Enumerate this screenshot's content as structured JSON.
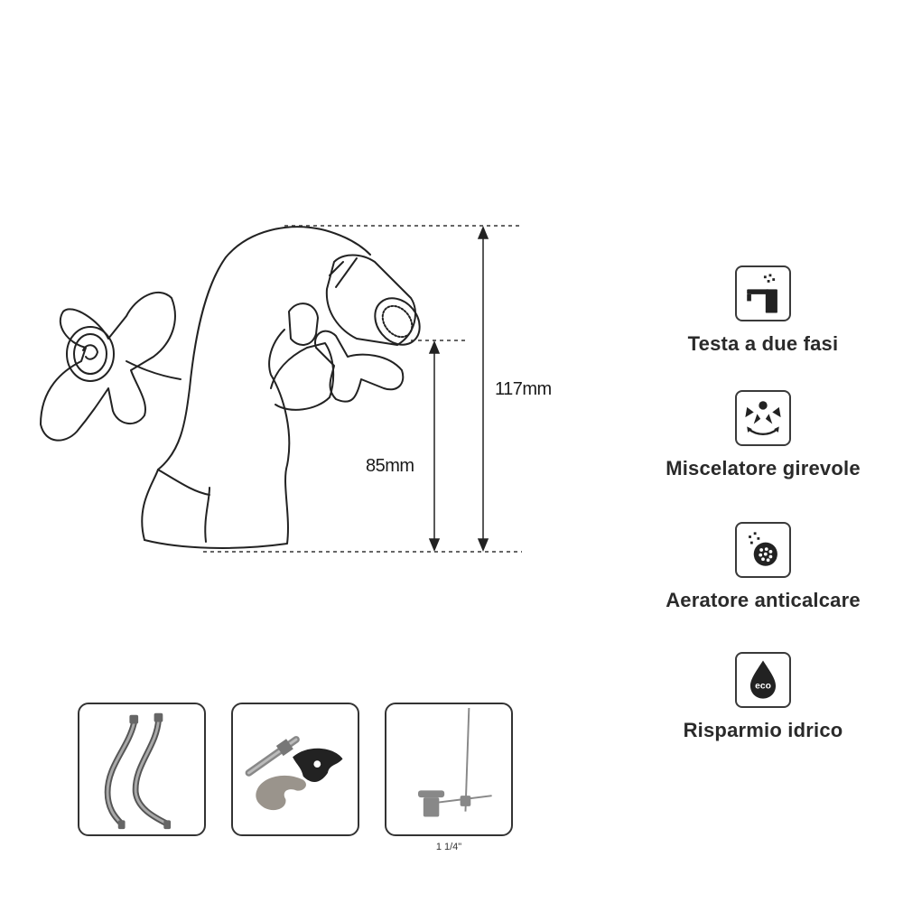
{
  "dimensions": {
    "total_height": "117mm",
    "spout_height": "85mm"
  },
  "features": [
    {
      "label": "Testa a due fasi",
      "icon": "two-phase-cartridge-icon"
    },
    {
      "label": "Miscelatore girevole",
      "icon": "swivel-mixer-icon"
    },
    {
      "label": "Aeratore anticalcare",
      "icon": "anti-limescale-aerator-icon"
    },
    {
      "label": "Risparmio idrico",
      "icon": "eco-water-drop-icon",
      "badge": "eco"
    }
  ],
  "accessories": [
    {
      "icon": "flexible-hoses-icon"
    },
    {
      "icon": "mounting-kit-icon"
    },
    {
      "icon": "pop-up-waste-icon",
      "caption": "1 1/4\""
    }
  ]
}
